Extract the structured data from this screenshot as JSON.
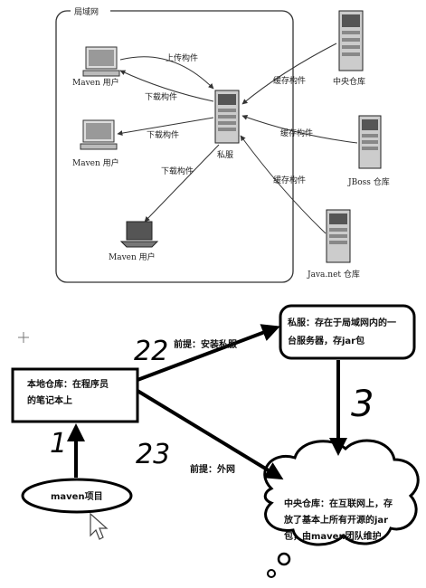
{
  "top": {
    "lan_label": "局域网",
    "nodes": {
      "maven_user_1": "Maven 用户",
      "maven_user_2": "Maven 用户",
      "maven_user_3": "Maven 用户",
      "private_server": "私服",
      "central_repo": "中央仓库",
      "jboss_repo": "JBoss 仓库",
      "javanet_repo": "Java.net 仓库"
    },
    "edges": {
      "upload": "上传构件",
      "download_1": "下载构件",
      "download_2": "下载构件",
      "download_3": "下载构件",
      "cache_1": "缓存构件",
      "cache_2": "缓存构件",
      "cache_3": "缓存构件"
    }
  },
  "bottom": {
    "local_repo_line1": "本地仓库：在程序员",
    "local_repo_line2": "的笔记本上",
    "private_line1": "私服：存在于局域网内的一",
    "private_line2": "台服务器，存jar包",
    "central_line1": "中央仓库：在互联网上，存",
    "central_line2": "放了基本上所有开源的jar",
    "central_line3": "包，由maven团队维护",
    "maven_project": "maven项目",
    "premise_private": "前提：安装私服",
    "premise_external": "前提：外网",
    "hand_22": "22",
    "hand_23": "23",
    "hand_1": "1",
    "hand_3": "3"
  }
}
